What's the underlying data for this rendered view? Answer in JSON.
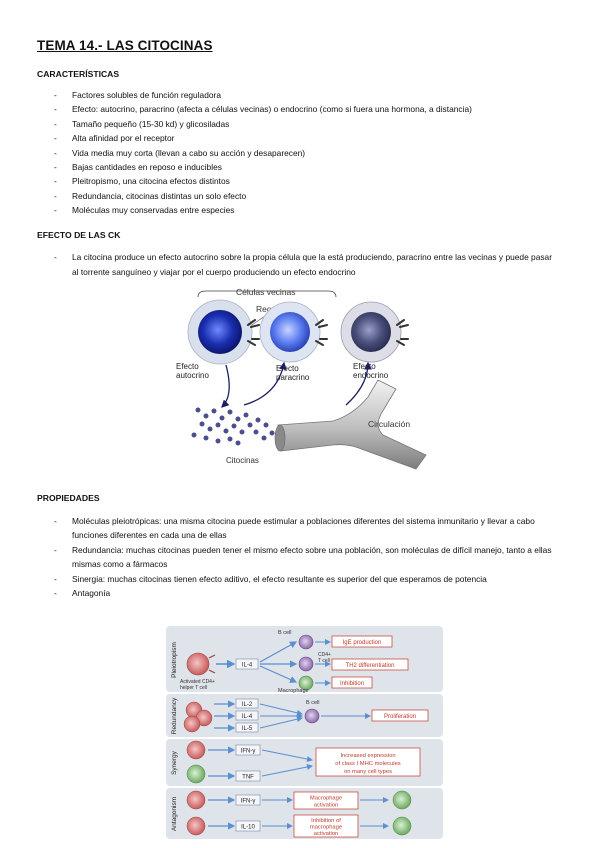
{
  "title": "TEMA 14.- LAS CITOCINAS",
  "sections": {
    "caracteristicas": {
      "heading": "CARACTERÍSTICAS",
      "items": [
        "Factores solubles de función reguladora",
        "Efecto: autocrino, paracrino (afecta a células vecinas) o endocrino (como si fuera una hormona, a distancia)",
        "Tamaño pequeño (15-30 kd) y glicosiladas",
        "Alta afinidad por el receptor",
        "Vida media muy corta (llevan a cabo su acción y desaparecen)",
        "Bajas cantidades en reposo e inducibles",
        "Pleitropismo, una citocina efectos distintos",
        "Redundancia, citocinas distintas un solo efecto",
        "Moléculas muy conservadas entre especies"
      ]
    },
    "efecto": {
      "heading": "EFECTO DE LAS CK",
      "items": [
        "La citocina produce un efecto autocrino sobre la propia célula que la está produciendo, paracrino entre las vecinas y puede pasar al torrente sanguíneo y viajar por el cuerpo produciendo un efecto endocrino"
      ]
    },
    "propiedades": {
      "heading": "PROPIEDADES",
      "items": [
        "Moléculas pleiotrópicas: una misma citocina puede estimular a poblaciones diferentes del sistema inmunitario y llevar a cabo funciones diferentes en cada una de ellas",
        "Redundancia: muchas citocinas pueden tener el mismo efecto sobre una población, son moléculas de difícil manejo, tanto a ellas mismas como a fármacos",
        "Sinergia: muchas citocinas tienen efecto aditivo, el efecto resultante es superior del que esperamos de potencia",
        "Antagonía"
      ]
    }
  },
  "figure1": {
    "celulas_vecinas": "Células vecinas",
    "receptor": "Receptor",
    "autocrino_1": "Efecto",
    "autocrino_2": "autocrino",
    "paracrino_1": "Efecto",
    "paracrino_2": "paracrino",
    "endocrino_1": "Efecto",
    "endocrino_2": "endocrino",
    "circulacion": "Circulación",
    "citocinas": "Citocinas",
    "colors": {
      "cell_dark": "#1a2fb0",
      "cell_light": "#5b7cf0",
      "cell_grey": "#4a4f7a",
      "dots": "#4b4f8e"
    }
  },
  "figure2": {
    "rows": {
      "pleiotropism": "Pleiotropism",
      "redundancy": "Redundancy",
      "synergy": "Synergy",
      "antagonism": "Antagonism"
    },
    "labels": {
      "b_cell_top": "B cell",
      "ige": "IgE production",
      "cd4": "CD4+",
      "t_cell": "T cell",
      "th2": "TH2 differentiation",
      "inhibition": "Inhibition",
      "macrophage": "Macrophage",
      "activated_1": "Activated CD4+",
      "activated_2": "helper T cell",
      "il4_a": "IL-4",
      "il2": "IL-2",
      "il4_b": "IL-4",
      "il5": "IL-5",
      "b_cell_mid": "B cell",
      "proliferation": "Proliferation",
      "ifn_a": "IFN-γ",
      "tnf": "TNF",
      "mhc_1": "Increased expression",
      "mhc_2": "of class I MHC molecules",
      "mhc_3": "on many cell types",
      "ifn_b": "IFN-γ",
      "mac_act_1": "Macrophage",
      "mac_act_2": "activation",
      "il10": "IL-10",
      "inh_1": "Inhibition of",
      "inh_2": "macrophage",
      "inh_3": "activation"
    },
    "colors": {
      "effect_red": "#c0392b",
      "arrow_blue": "#5a8fd0",
      "panel": "#dfe3ea"
    }
  }
}
